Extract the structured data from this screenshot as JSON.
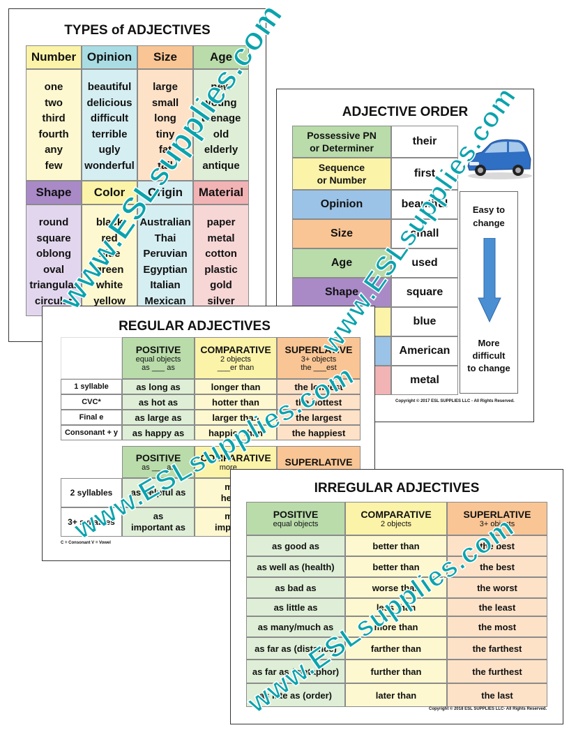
{
  "colors": {
    "yellow": "#fbf3a8",
    "cyan": "#a9dde3",
    "orange": "#f9c594",
    "green": "#b9dcaa",
    "purple": "#a98ac7",
    "light_yellow": "#fdf8cf",
    "light_cyan": "#d5eef2",
    "light_orange": "#fde2c8",
    "light_green": "#dfefd7",
    "light_purple": "#e2d6ee",
    "light_pink": "#f7d6d6",
    "pink": "#f2b3b5",
    "blue": "#9bc3e7",
    "teal_watermark": "#0aa3ad",
    "arrow_blue": "#4a8fd2"
  },
  "types": {
    "title": "TYPES of ADJECTIVES",
    "headers_top": [
      "Number",
      "Opinion",
      "Size",
      "Age"
    ],
    "columns_top": [
      [
        "one",
        "two",
        "third",
        "fourth",
        "any",
        "few"
      ],
      [
        "beautiful",
        "delicious",
        "difficult",
        "terrible",
        "ugly",
        "wonderful"
      ],
      [
        "large",
        "small",
        "long",
        "tiny",
        "fat",
        "tall"
      ],
      [
        "new",
        "young",
        "teenage",
        "old",
        "elderly",
        "antique"
      ]
    ],
    "headers_bottom": [
      "Shape",
      "Color",
      "Origin",
      "Material"
    ],
    "columns_bottom": [
      [
        "round",
        "square",
        "oblong",
        "oval",
        "triangular",
        "circular"
      ],
      [
        "black",
        "red",
        "blue",
        "green",
        "white",
        "yellow"
      ],
      [
        "Australian",
        "Thai",
        "Peruvian",
        "Egyptian",
        "Italian",
        "Mexican"
      ],
      [
        "paper",
        "metal",
        "cotton",
        "plastic",
        "gold",
        "silver"
      ]
    ]
  },
  "order": {
    "title": "ADJECTIVE ORDER",
    "rows": [
      {
        "label": "Possessive PN\nor Determiner",
        "example": "their"
      },
      {
        "label": "Sequence\nor Number",
        "example": "first"
      },
      {
        "label": "Opinion",
        "example": "beautiful"
      },
      {
        "label": "Size",
        "example": "small"
      },
      {
        "label": "Age",
        "example": "used"
      },
      {
        "label": "Shape",
        "example": "square"
      },
      {
        "label": "",
        "example": "blue"
      },
      {
        "label": "",
        "example": "American"
      },
      {
        "label": "",
        "example": "metal"
      }
    ],
    "easy": "Easy to\nchange",
    "hard": "More\ndifficult\nto change",
    "copyright": "Copyright © 2017 ESL SUPPLIES LLC - All Rights Reserved."
  },
  "regular": {
    "title": "REGULAR  ADJECTIVES",
    "head": [
      {
        "name": "POSITIVE",
        "sub1": "equal objects",
        "sub2": "as ___ as"
      },
      {
        "name": "COMPARATIVE",
        "sub1": "2 objects",
        "sub2": "___er than"
      },
      {
        "name": "SUPERLATIVE",
        "sub1": "3+ objects",
        "sub2": "the ___est"
      }
    ],
    "rows": [
      {
        "label": "1 syllable",
        "pos": "as long as",
        "comp": "longer than",
        "sup": "the longest"
      },
      {
        "label": "CVC*",
        "pos": "as hot as",
        "comp": "hotter than",
        "sup": "the hottest"
      },
      {
        "label": "Final e",
        "pos": "as large as",
        "comp": "larger than",
        "sup": "the largest"
      },
      {
        "label": "Consonant + y",
        "pos": "as happy as",
        "comp": "happier than",
        "sup": "the happiest"
      }
    ],
    "head2": [
      {
        "name": "POSITIVE",
        "sub": "as ___ as"
      },
      {
        "name": "COMPARATIVE",
        "sub": "more ___"
      },
      {
        "name": "SUPERLATIVE",
        "sub": ""
      }
    ],
    "rows2": [
      {
        "label": "2 syllables",
        "pos": "as helpful as",
        "comp": "more\nhelpful"
      },
      {
        "label": "3+ syllables",
        "pos": "as\nimportant as",
        "comp": "more\nimportant"
      }
    ],
    "footnote": "C = Consonant   V = Vowel"
  },
  "irregular": {
    "title": "IRREGULAR  ADJECTIVES",
    "head": [
      {
        "name": "POSITIVE",
        "sub": "equal objects"
      },
      {
        "name": "COMPARATIVE",
        "sub": "2 objects"
      },
      {
        "name": "SUPERLATIVE",
        "sub": "3+ objects"
      }
    ],
    "rows": [
      [
        "as good as",
        "better than",
        "the best"
      ],
      [
        "as well as (health)",
        "better than",
        "the best"
      ],
      [
        "as bad as",
        "worse than",
        "the worst"
      ],
      [
        "as little as",
        "less than",
        "the least"
      ],
      [
        "as many/much as",
        "more than",
        "the most"
      ],
      [
        "as far as (distance)",
        "farther than",
        "the farthest"
      ],
      [
        "as far as (metaphor)",
        "further than",
        "the furthest"
      ],
      [
        "as late as (order)",
        "later than",
        "the last"
      ]
    ],
    "copyright": "Copyright © 2018 ESL SUPPLIES LLC- All Rights Reserved."
  },
  "watermark": "www.ESLsupplies.com"
}
